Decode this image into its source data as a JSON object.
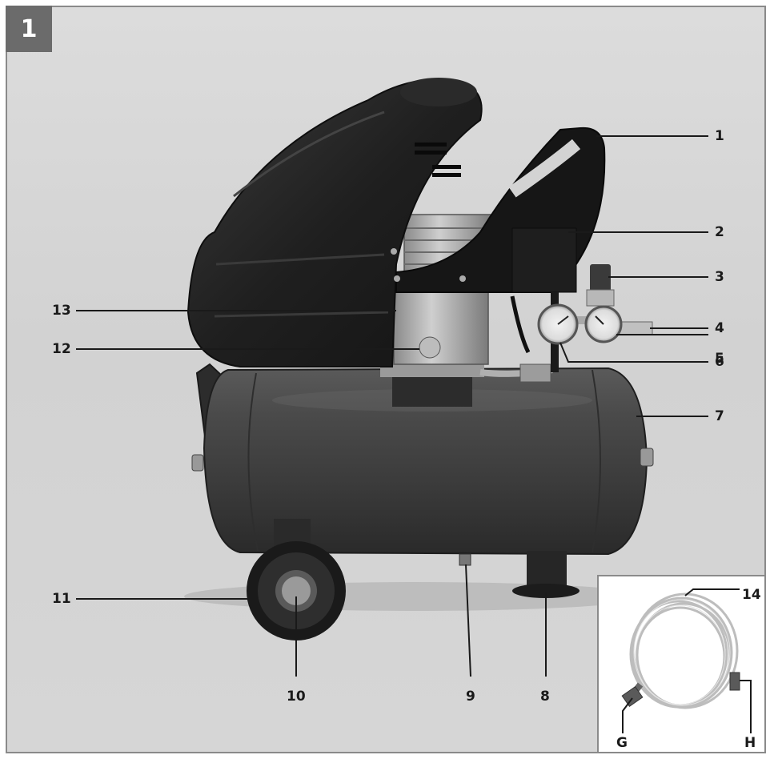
{
  "figure": {
    "number": "1"
  },
  "callouts": {
    "c1": "1",
    "c2": "2",
    "c3": "3",
    "c4": "4",
    "c5": "5",
    "c6": "6",
    "c7": "7",
    "c8": "8",
    "c9": "9",
    "c10": "10",
    "c11": "11",
    "c12": "12",
    "c13": "13",
    "c14": "14",
    "cG": "G",
    "cH": "H"
  }
}
